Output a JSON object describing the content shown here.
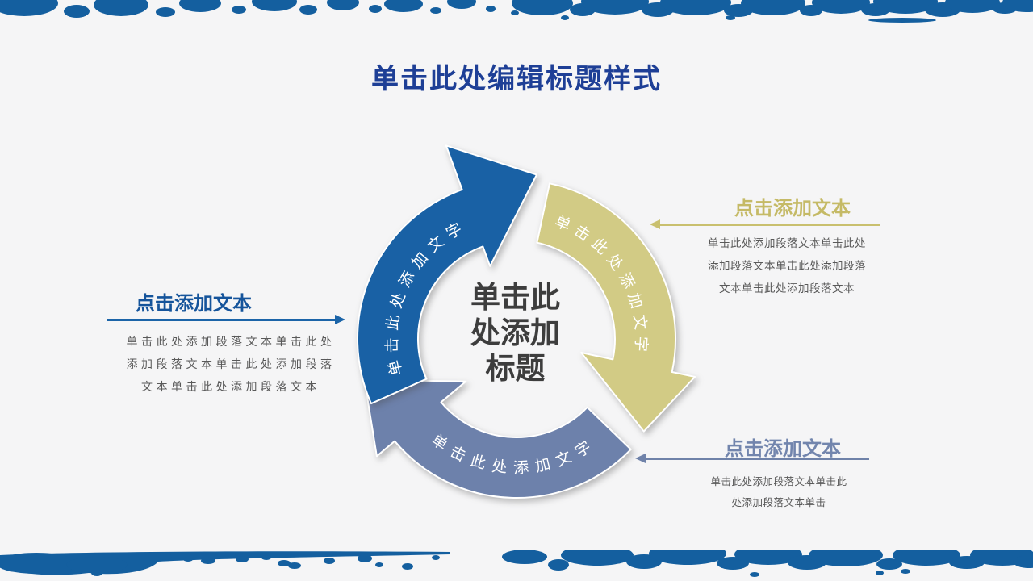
{
  "slide": {
    "title": "单击此处编辑标题样式"
  },
  "diagram": {
    "center_title": "单击此\n处添加\n标题",
    "arrows": [
      {
        "id": "blue",
        "label": "单击此处添加文字",
        "color": "#1961a5"
      },
      {
        "id": "olive",
        "label": "单击此处添加文字",
        "color": "#d2cb85"
      },
      {
        "id": "slate",
        "label": "单击此处添加文字",
        "color": "#6d81ab"
      }
    ]
  },
  "callouts": {
    "left": {
      "heading": "点击添加文本",
      "body": "单击此处添加段落文本单击此处\n添加段落文本单击此处添加段落\n文本单击此处添加段落文本",
      "accent": "#15549b"
    },
    "right_top": {
      "heading": "点击添加文本",
      "body": "单击此处添加段落文本单击此处\n添加段落文本单击此处添加段落\n文本单击此处添加段落文本",
      "accent": "#c5ba66"
    },
    "right_bottom": {
      "heading": "点击添加文本",
      "body": "单击此处添加段落文本单击此\n处添加段落文本单击",
      "accent": "#7285ad"
    }
  },
  "colors": {
    "splatter_blue": "#145f9f",
    "arrow_blue": "#1961a5",
    "arrow_olive": "#d2cb85",
    "arrow_slate": "#6d81ab",
    "title_navy": "#1e3f96",
    "center_text": "#3d3d3d",
    "body_gray": "#595959"
  }
}
